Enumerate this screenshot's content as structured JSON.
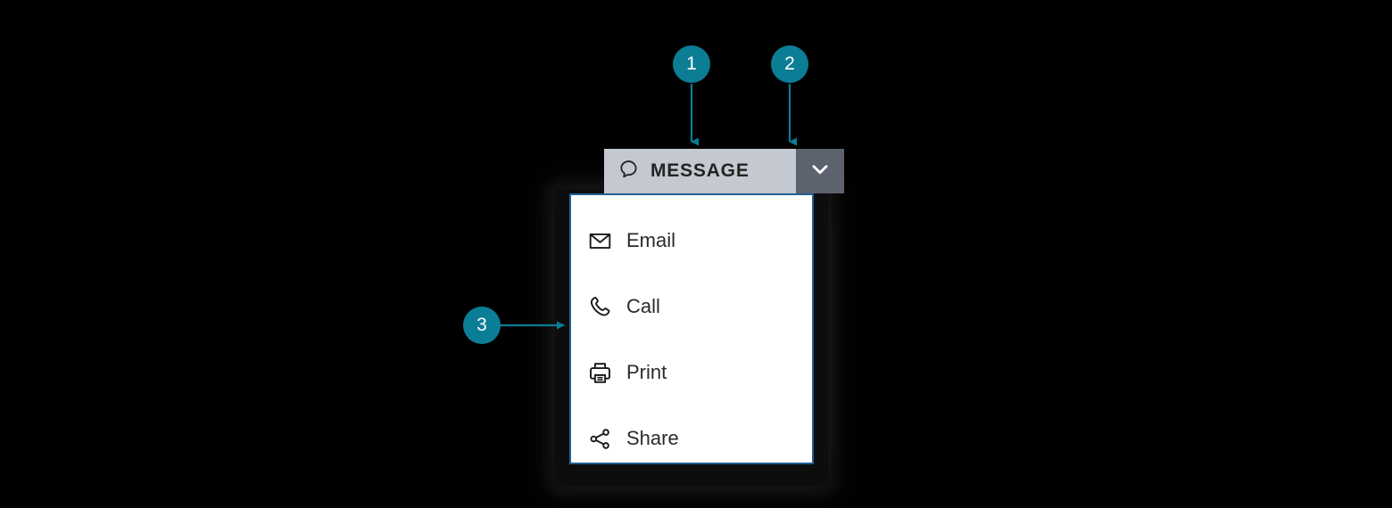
{
  "toolbar": {
    "message_button": {
      "label": "MESSAGE",
      "icon": "chat-bubble-icon",
      "background_color": "#c4c9d1",
      "text_color": "#232323"
    },
    "dropdown_toggle": {
      "icon": "chevron-down-icon",
      "background_color": "#5d636e",
      "icon_color": "#ffffff"
    }
  },
  "dropdown_menu": {
    "border_color": "#1f6095",
    "background_color": "#ffffff",
    "items": [
      {
        "label": "Email",
        "icon": "envelope-icon"
      },
      {
        "label": "Call",
        "icon": "phone-icon"
      },
      {
        "label": "Print",
        "icon": "printer-icon"
      },
      {
        "label": "Share",
        "icon": "share-nodes-icon"
      }
    ]
  },
  "callouts": {
    "accent_color": "#0b7d95",
    "markers": [
      {
        "number": "1",
        "points_to": "message-button"
      },
      {
        "number": "2",
        "points_to": "dropdown-toggle"
      },
      {
        "number": "3",
        "points_to": "dropdown-menu"
      }
    ]
  }
}
